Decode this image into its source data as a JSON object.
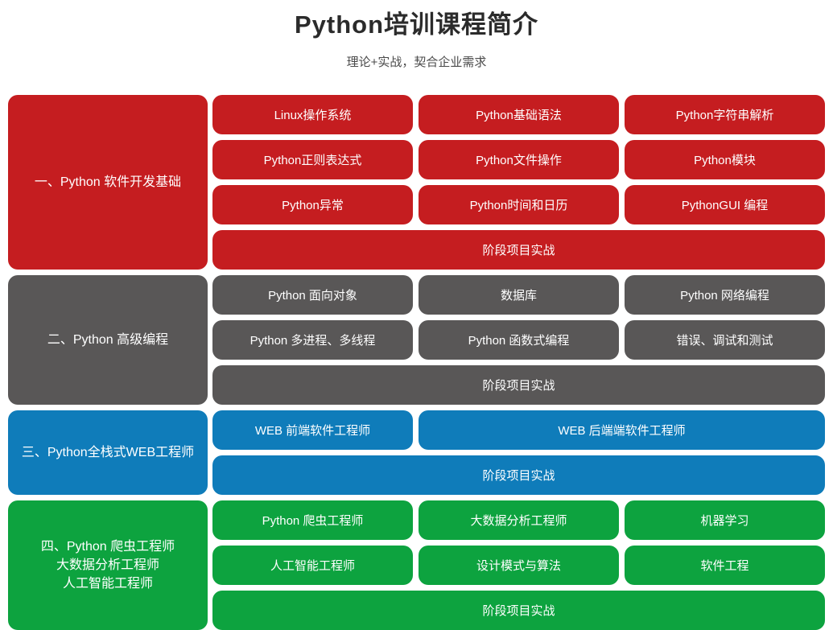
{
  "header": {
    "title": "Python培训课程简介",
    "subtitle": "理论+实战，契合企业需求"
  },
  "colors": {
    "section_1_red": "#c51d20",
    "section_2_gray": "#595757",
    "section_3_blue": "#0f7cba",
    "section_4_green": "#0da33f",
    "card_text": "#ffffff",
    "title_text": "#2b2b2b",
    "subtitle_text": "#4a4a4a",
    "background": "#ffffff"
  },
  "sections": [
    {
      "label": "一、Python 软件开发基础",
      "color": "#c51d20",
      "cards": [
        {
          "label": "Linux操作系统",
          "span": 1
        },
        {
          "label": "Python基础语法",
          "span": 1
        },
        {
          "label": "Python字符串解析",
          "span": 1
        },
        {
          "label": "Python正则表达式",
          "span": 1
        },
        {
          "label": "Python文件操作",
          "span": 1
        },
        {
          "label": "Python模块",
          "span": 1
        },
        {
          "label": "Python异常",
          "span": 1
        },
        {
          "label": "Python时间和日历",
          "span": 1
        },
        {
          "label": "PythonGUI 编程",
          "span": 1
        },
        {
          "label": "阶段项目实战",
          "span": 3
        }
      ]
    },
    {
      "label": "二、Python 高级编程",
      "color": "#595757",
      "cards": [
        {
          "label": "Python 面向对象",
          "span": 1
        },
        {
          "label": "数据库",
          "span": 1
        },
        {
          "label": "Python 网络编程",
          "span": 1
        },
        {
          "label": "Python 多进程、多线程",
          "span": 1
        },
        {
          "label": "Python 函数式编程",
          "span": 1
        },
        {
          "label": "错误、调试和测试",
          "span": 1
        },
        {
          "label": "阶段项目实战",
          "span": 3
        }
      ]
    },
    {
      "label": "三、Python全栈式WEB工程师",
      "color": "#0f7cba",
      "cards": [
        {
          "label": "WEB 前端软件工程师",
          "span": 1
        },
        {
          "label": "WEB 后端端软件工程师",
          "span": 2
        },
        {
          "label": "阶段项目实战",
          "span": 3
        }
      ]
    },
    {
      "label": "四、Python 爬虫工程师\n大数据分析工程师\n人工智能工程师",
      "color": "#0da33f",
      "cards": [
        {
          "label": "Python 爬虫工程师",
          "span": 1
        },
        {
          "label": "大数据分析工程师",
          "span": 1
        },
        {
          "label": "机器学习",
          "span": 1
        },
        {
          "label": "人工智能工程师",
          "span": 1
        },
        {
          "label": "设计模式与算法",
          "span": 1
        },
        {
          "label": "软件工程",
          "span": 1
        },
        {
          "label": "阶段项目实战",
          "span": 3
        }
      ]
    }
  ]
}
